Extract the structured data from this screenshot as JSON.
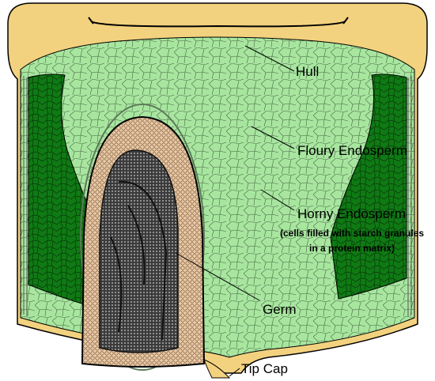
{
  "diagram": {
    "labels": {
      "hull": "Hull",
      "floury_endosperm": "Floury Endosperm",
      "horny_endosperm": "Horny Endosperm",
      "horny_note_line1": "(cells filled with starch granules",
      "horny_note_line2": "in a protein matrix)",
      "germ": "Germ",
      "tip_cap": "Tip Cap"
    },
    "colors": {
      "hull": "#f3d27f",
      "floury_endosperm": "#a8e6a0",
      "horny_endosperm": "#0f7a14",
      "germ": "#e9c9a6",
      "embryo": "#2a2a2a",
      "outline": "#000000"
    }
  }
}
